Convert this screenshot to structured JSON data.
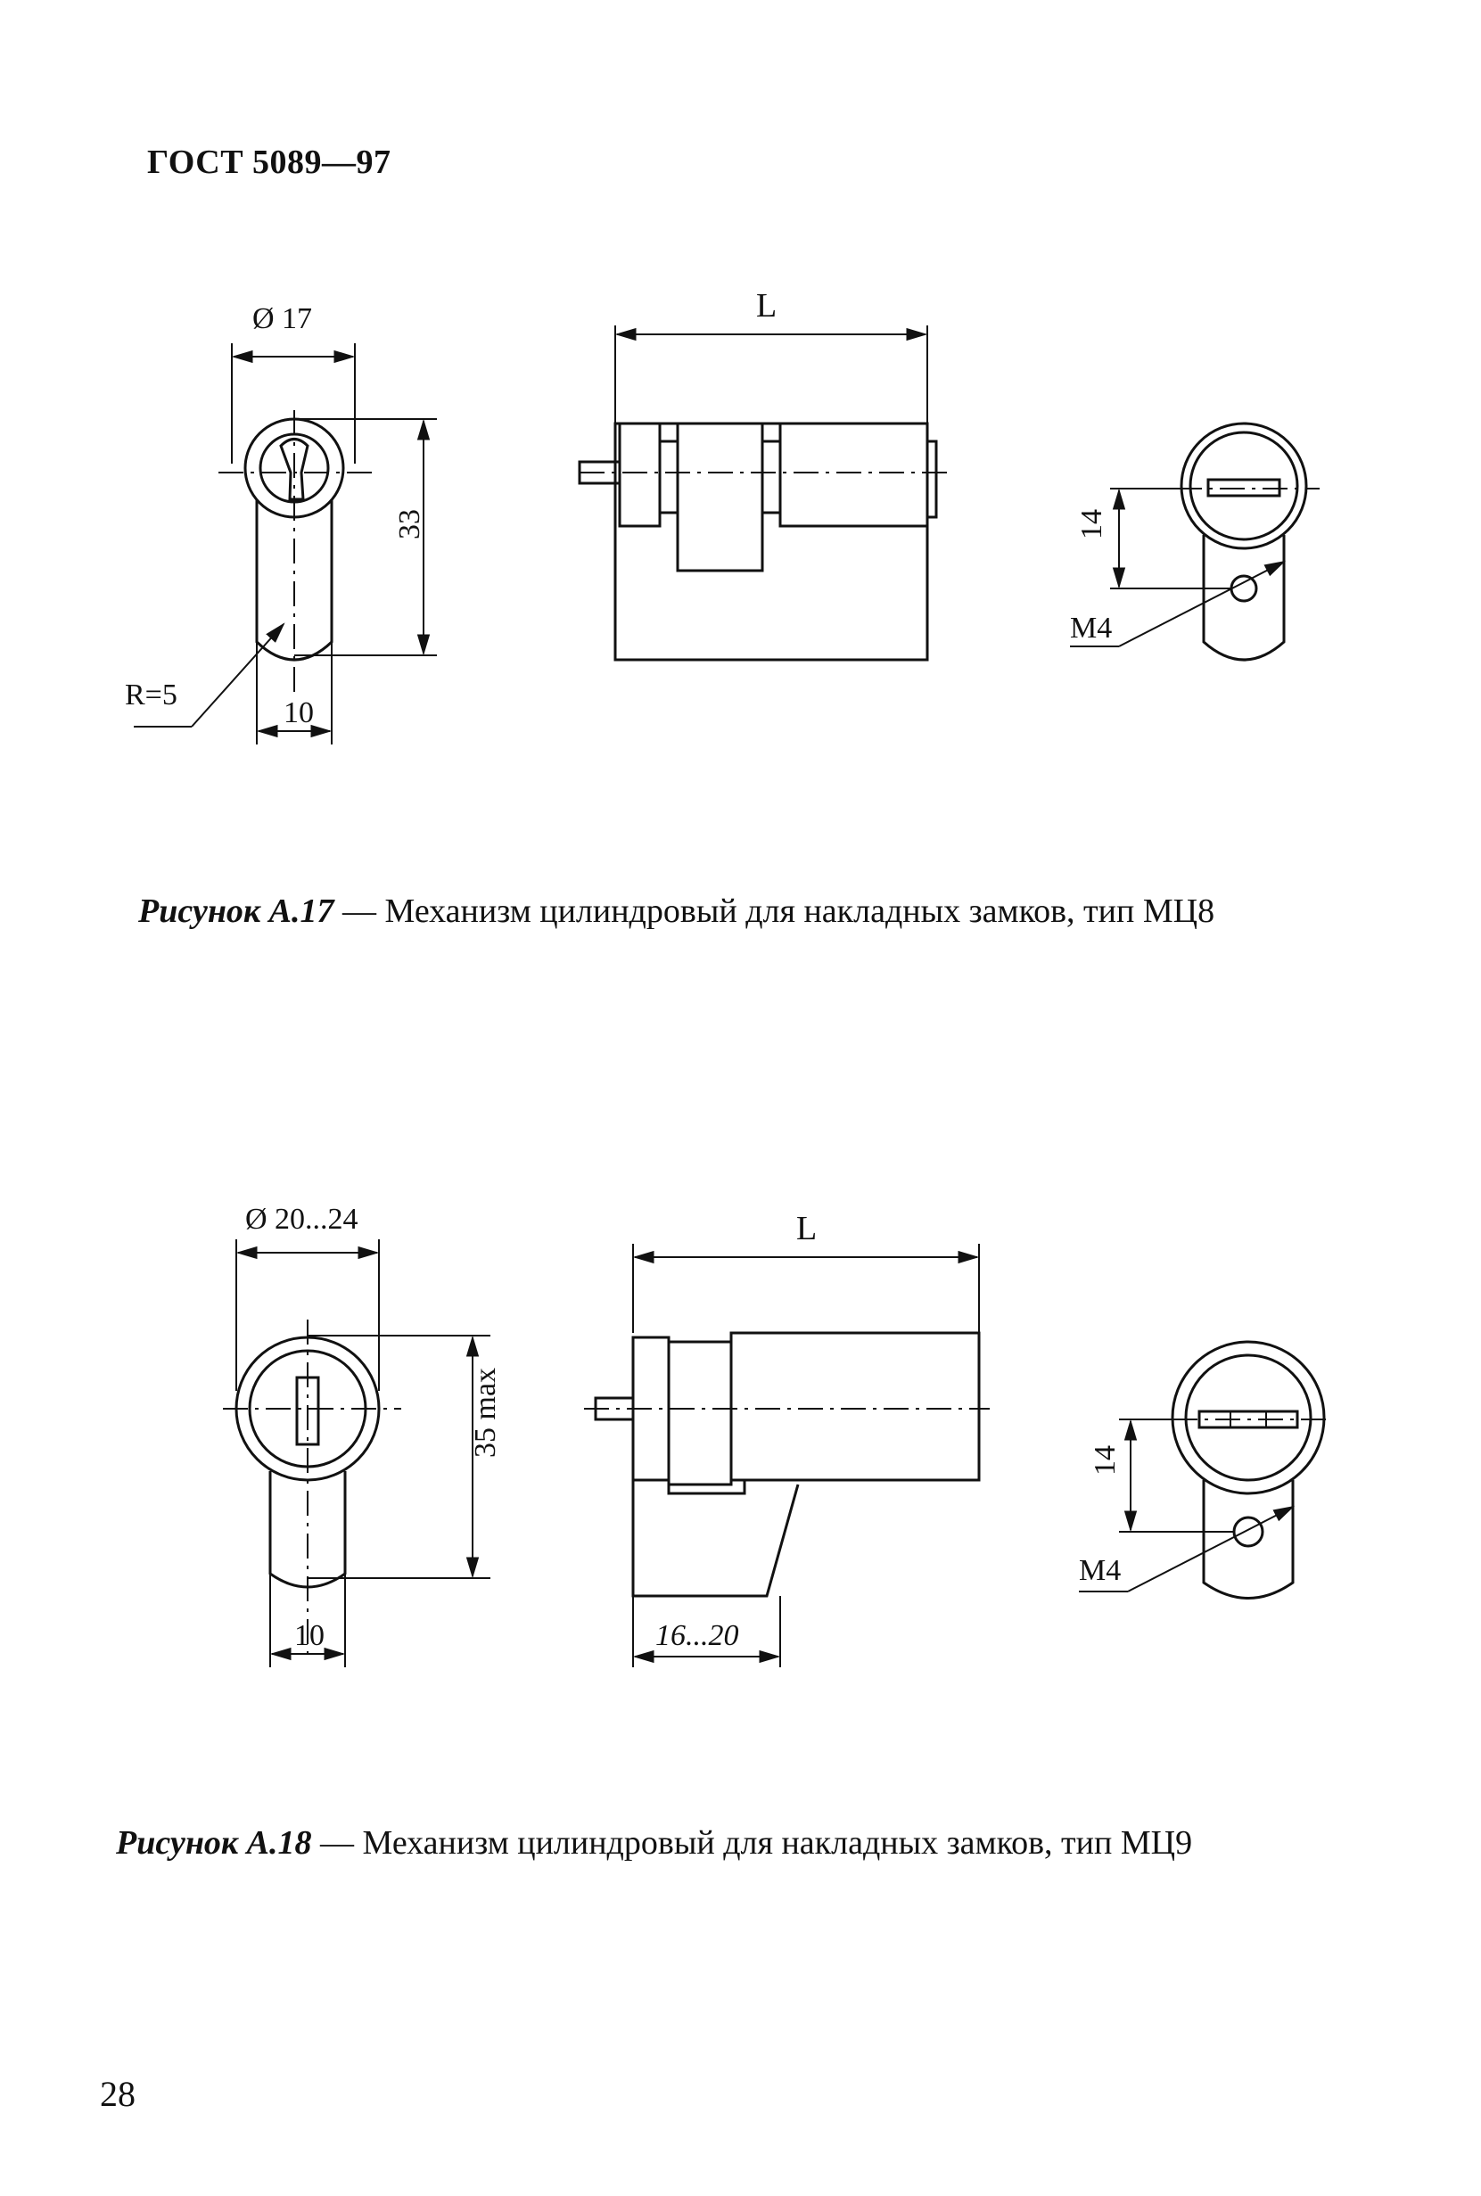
{
  "header": {
    "standard": "ГОСТ 5089—97"
  },
  "figure_a17": {
    "caption_label": "Рисунок А.17",
    "caption_text": " — Механизм цилиндровый для накладных замков, тип МЦ8",
    "dims": {
      "diameter": "Ø 17",
      "length": "L",
      "height": "33",
      "radius": "R=5",
      "width": "10",
      "offset": "14",
      "thread": "M4"
    }
  },
  "figure_a18": {
    "caption_label": "Рисунок А.18",
    "caption_text": " — Механизм цилиндровый для накладных замков, тип МЦ9",
    "dims": {
      "diameter": "Ø 20...24",
      "length": "L",
      "height": "35 max",
      "width": "10",
      "flange": "16...20",
      "offset": "14",
      "thread": "M4"
    }
  },
  "page_number": "28"
}
